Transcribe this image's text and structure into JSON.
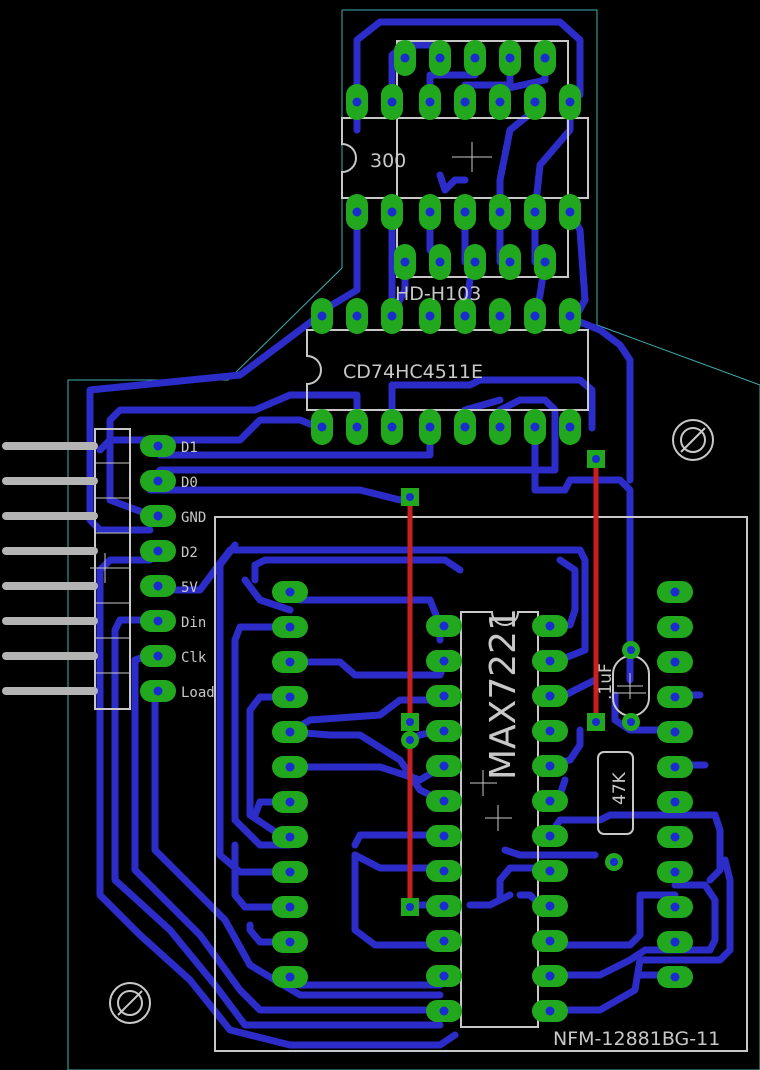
{
  "colors": {
    "background": "#000000",
    "board_outline": "#3fb0b0",
    "trace": "#2c2cc8",
    "pad": "#22a81e",
    "drill": "#1a2cd0",
    "silkscreen": "#c8c8c8",
    "jumper": "#c82020",
    "header_pin": "#b4b4b4"
  },
  "components": {
    "display_top": "HD-H103",
    "resistor_array": "300",
    "decoder": "CD74HC4511E",
    "driver": "MAX7221",
    "matrix": "NFM-12881BG-11",
    "capacitor": ".1uF",
    "resistor": "47K"
  },
  "header": {
    "pins": [
      "D1",
      "D0",
      "GND",
      "D2",
      "5V",
      "Din",
      "Clk",
      "Load"
    ]
  },
  "icons": [
    "mounting-hole-icon",
    "mounting-hole-icon"
  ]
}
